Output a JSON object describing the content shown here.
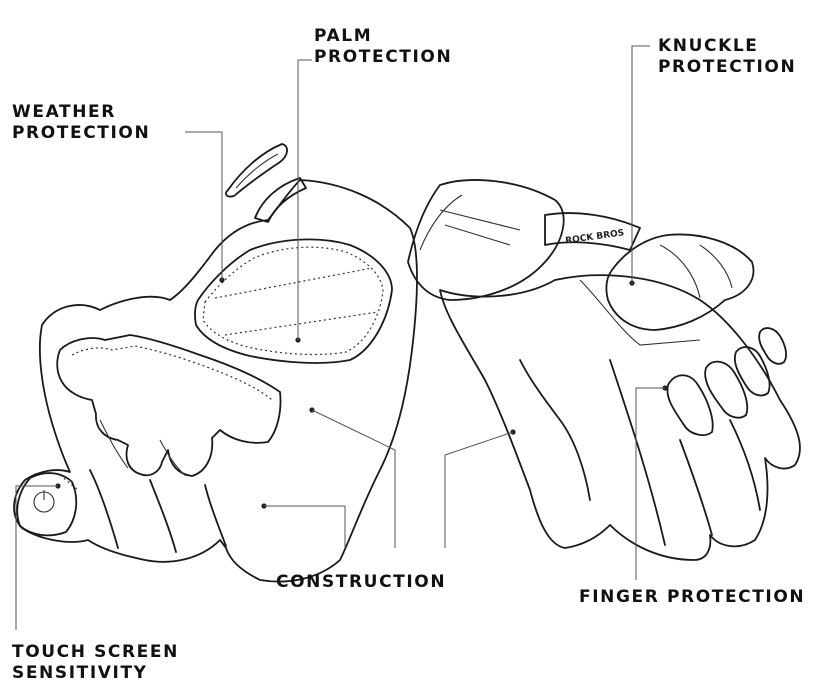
{
  "labels": {
    "palm": [
      "PALM",
      "PROTECTION"
    ],
    "knuckle": [
      "KNUCKLE",
      "PROTECTION"
    ],
    "weather": [
      "WEATHER",
      "PROTECTION"
    ],
    "construction": [
      "CONSTRUCTION"
    ],
    "finger": [
      "FINGER PROTECTION"
    ],
    "touch": [
      "TOUCH SCREEN",
      "SENSITIVITY"
    ]
  },
  "colors": {
    "line": "#1a1a1a",
    "text": "#111111",
    "background": "#ffffff"
  },
  "icons": [
    "power-icon"
  ]
}
